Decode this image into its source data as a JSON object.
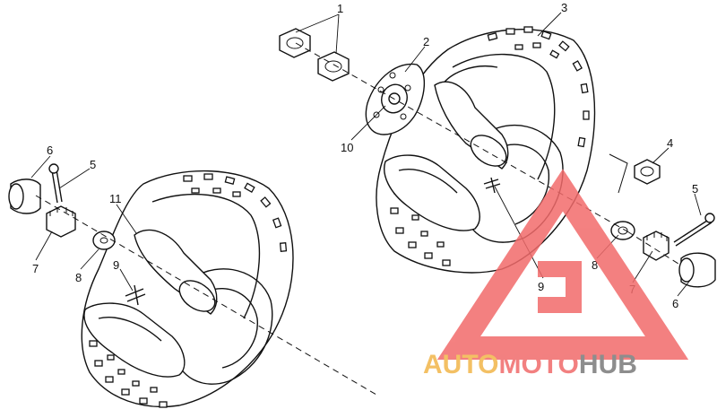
{
  "callouts": {
    "c1": "1",
    "c2": "2",
    "c3": "3",
    "c4": "4",
    "c5a": "5",
    "c5b": "5",
    "c6a": "6",
    "c6b": "6",
    "c7a": "7",
    "c7b": "7",
    "c8a": "8",
    "c8b": "8",
    "c9a": "9",
    "c9b": "9",
    "c10": "10",
    "c11": "11"
  },
  "watermark": {
    "part1": "AUTO",
    "part2": "MOTO",
    "part3": "HUB",
    "color_orange": "#f2b64a",
    "color_red": "#f06a6a",
    "color_gray": "#7a7a7a",
    "triangle_color": "#f26b6b"
  }
}
